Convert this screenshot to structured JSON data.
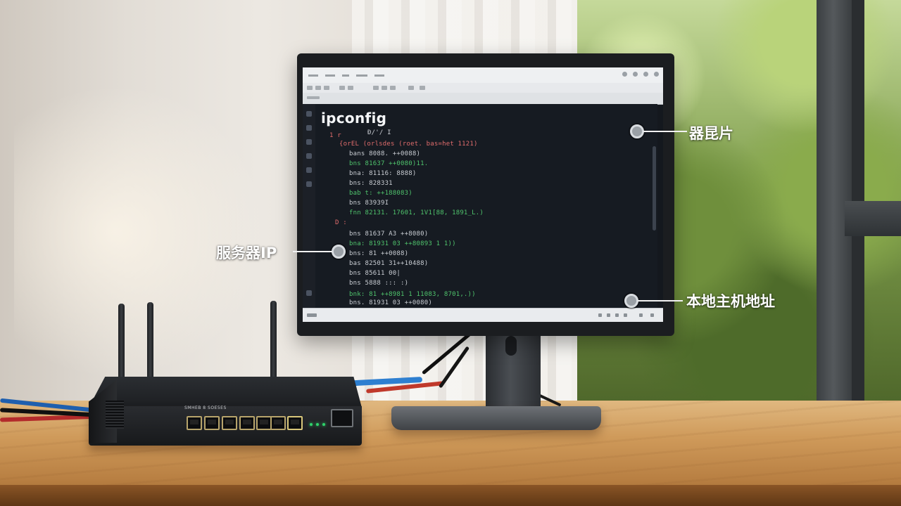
{
  "screen": {
    "command": "ipconfig",
    "code_lines": [
      {
        "text": "1 r",
        "color": "#e06c6c"
      },
      {
        "text": "Đ/'/ I",
        "color": "#c9cdd3"
      },
      {
        "text": "{orEL (orlsdes (roet. bas=het 1121)",
        "color": "#e06c6c"
      },
      {
        "text": "bans 8088. ++0088)",
        "color": "#c9cdd3"
      },
      {
        "text": "bns 81637 ++0080)11.",
        "color": "#4fc36c"
      },
      {
        "text": "bna: 81116: 8888)",
        "color": "#c9cdd3"
      },
      {
        "text": "bns: 828331",
        "color": "#c9cdd3"
      },
      {
        "text": "bab t: ++188083)",
        "color": "#4fc36c"
      },
      {
        "text": "bns 83939I",
        "color": "#c9cdd3"
      },
      {
        "text": "fnn 82131. 17601, 1V1[88, 1891_L.)",
        "color": "#4fc36c"
      },
      {
        "text": "D :",
        "color": "#e06c6c"
      },
      {
        "text": "bns 81637 A3 ++8080)",
        "color": "#c9cdd3"
      },
      {
        "text": "bna: 81931 03 ++80893 1 1))",
        "color": "#4fc36c"
      },
      {
        "text": "bns: 81 ++0088)",
        "color": "#c9cdd3"
      },
      {
        "text": "bas 82501 31++10488)",
        "color": "#c9cdd3"
      },
      {
        "text": "bns 85611 00|",
        "color": "#c9cdd3"
      },
      {
        "text": "bns 5888 ::: :)",
        "color": "#c9cdd3"
      },
      {
        "text": "bnk: 81 ++8981 1 11083, 8701,.))",
        "color": "#4fc36c"
      },
      {
        "text": "bns. 81931 03 ++0080)",
        "color": "#c9cdd3"
      }
    ]
  },
  "router": {
    "label": "SMHEB 8 SOE5ES"
  },
  "annotations": {
    "top_label": "器昆片",
    "left_label": "服务器IP",
    "bottom_label": "本地主机地址"
  }
}
